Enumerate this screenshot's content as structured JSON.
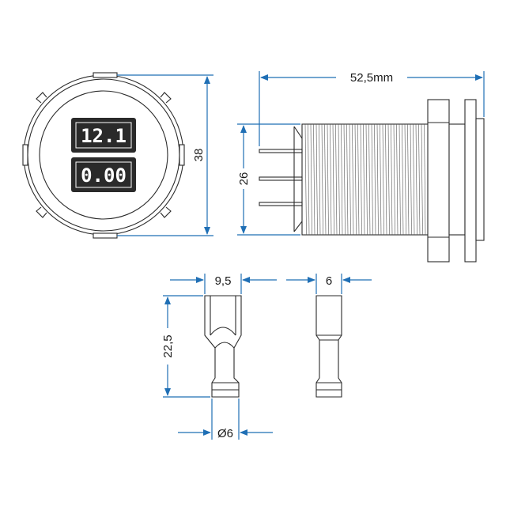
{
  "display": {
    "voltage_reading": "12.1",
    "current_reading": "0.00"
  },
  "dimensions": {
    "front_diameter": "38",
    "side_length": "52,5mm",
    "side_height": "26",
    "terminal_width": "9,5",
    "terminal_length": "22,5",
    "terminal_thickness": "6",
    "terminal_diameter": "Ø6"
  },
  "colors": {
    "dimension_line": "#1f6fb5",
    "outline": "#2a2a2a",
    "display_background": "#2a2a2a"
  }
}
